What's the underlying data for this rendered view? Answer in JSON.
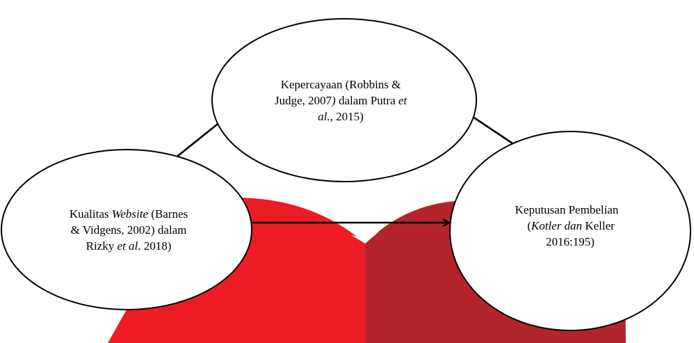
{
  "colors": {
    "background": "#ffffff",
    "book_left": "#ed1c24",
    "book_right": "#b3252b",
    "ellipse_fill": "#ffffff",
    "stroke": "#000000"
  },
  "nodes": {
    "trust": {
      "line1": "Kepercayaan (Robbins &",
      "line2_a": "Judge, 2007",
      "line2_b": ")",
      "line2_c": " dalam Putra ",
      "line2_d": "et",
      "line3_a": "al.",
      "line3_b": ", 2015)"
    },
    "website": {
      "line1_a": "Kualitas ",
      "line1_b": "Website",
      "line1_c": " (Barnes",
      "line2": "& Vidgens, 2002) dalam",
      "line3_a": "Rizky ",
      "line3_b": "et al",
      "line3_c": ". 2018)"
    },
    "decision": {
      "line1": "Keputusan Pembelian",
      "line2_a": "(",
      "line2_b": "Kotler dan",
      "line2_c": " Keller",
      "line3": "2016:195)"
    }
  },
  "edges": [
    {
      "from": "website",
      "to": "trust",
      "icon": "arrow-icon"
    },
    {
      "from": "trust",
      "to": "decision",
      "icon": "arrow-icon"
    },
    {
      "from": "website",
      "to": "decision",
      "icon": "arrow-icon"
    }
  ]
}
